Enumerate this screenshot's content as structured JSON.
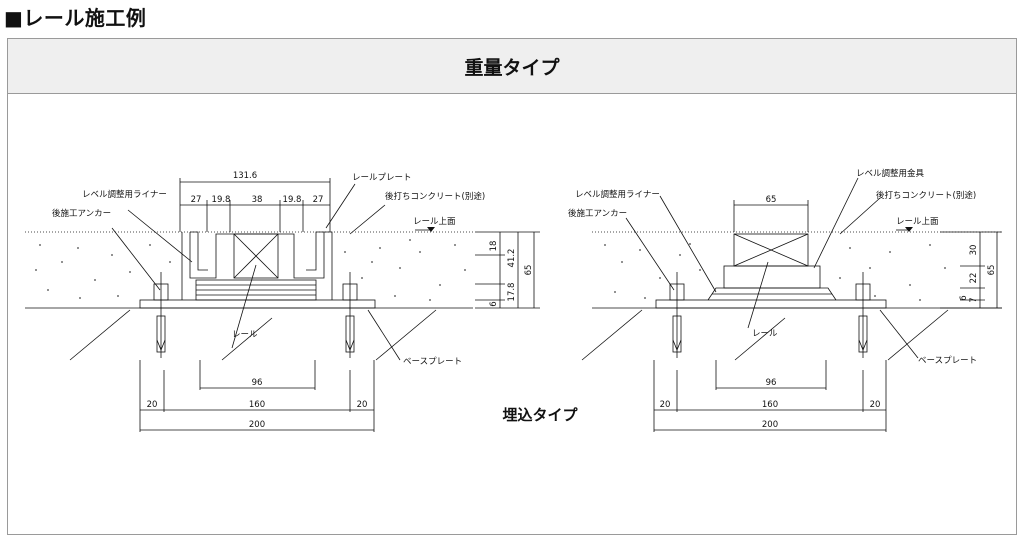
{
  "page_title": "■レール施工例",
  "type_title": "重量タイプ",
  "subtitle": "埋込タイプ",
  "left_drawing": {
    "labels": {
      "rail_plate": "レールプレート",
      "level_liner": "レベル調整用ライナー",
      "post_anchor": "後施工アンカー",
      "post_concrete": "後打ちコンクリート(別途)",
      "rail_top": "レール上面",
      "rail": "レール",
      "base_plate": "ベースプレート"
    },
    "dims_top": [
      "131.6",
      "27",
      "19.8",
      "38",
      "19.8",
      "27"
    ],
    "dims_right": [
      "18",
      "41.2",
      "65",
      "17.8",
      "6"
    ],
    "dims_bottom": [
      "96",
      "20",
      "160",
      "20",
      "200"
    ]
  },
  "right_drawing": {
    "labels": {
      "level_fitting": "レベル調整用金具",
      "level_liner": "レベル調整用ライナー",
      "post_anchor": "後施工アンカー",
      "post_concrete": "後打ちコンクリート(別途)",
      "rail_top": "レール上面",
      "rail": "レール",
      "base_plate": "ベースプレート"
    },
    "dims_top": [
      "65"
    ],
    "dims_right": [
      "30",
      "65",
      "22",
      "6",
      "7"
    ],
    "dims_bottom": [
      "96",
      "20",
      "160",
      "20",
      "200"
    ]
  }
}
